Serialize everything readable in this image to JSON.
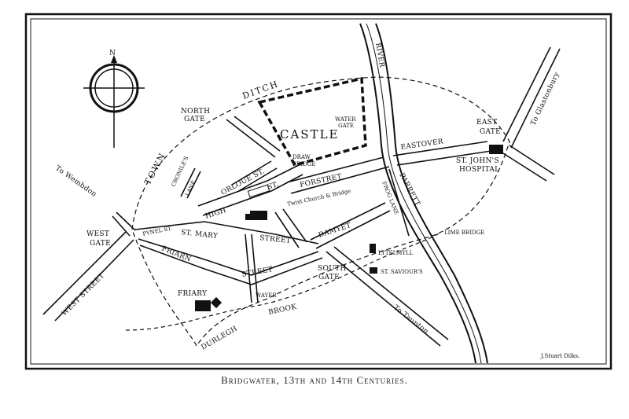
{
  "caption": "Bridgwater, 13th and 14th Centuries.",
  "signature": "J.Stuart Dilks.",
  "labels": {
    "compass_n": "N",
    "north_gate": [
      "NORTH",
      "GATE"
    ],
    "town": "TOWN",
    "ditch": "DITCH",
    "castle": "CASTLE",
    "water_gate": [
      "WATER",
      "GATE"
    ],
    "draw_bridge": [
      "DRAW",
      "BRIDGE"
    ],
    "river": "RIVER",
    "parrett": "PARRETT",
    "eastover": "EASTOVER",
    "east_gate": [
      "EAST",
      "GATE"
    ],
    "st_johns_hospital": [
      "ST. JOHN'S",
      "HOSPITAL"
    ],
    "to_glastonbury": "To Glastonbury",
    "to_wembdon": "To Wembdon",
    "cronnes_lane": [
      "CRONILE'S",
      "LANE"
    ],
    "orloue_st": "ORLOUE ST.",
    "high_st_high": "HIGH",
    "high_st_st": "ST.",
    "forstret": "FORSTRET",
    "twixt": "Twixt Church & Bridge",
    "frog_lane": "FROG LANE",
    "pynel_st": "PYNEL ST.",
    "west_gate": [
      "WEST",
      "GATE"
    ],
    "st_mary_street": [
      "ST. MARY",
      "STREET"
    ],
    "damyet": "DAMYET",
    "lime_bridge": "LIME BRIDGE",
    "lytelmyll": "LYTELMYLL",
    "friarn": "FRIARN",
    "street_friarn": "STREET",
    "south_gate": [
      "SOUTH",
      "GATE"
    ],
    "st_saviours": "ST. SAVIOUR'S",
    "friary": "FRIARY",
    "wayer": "WAYER",
    "brook": "BROOK",
    "durlegh": "DURLEGH",
    "west_street": "WEST STREET",
    "to_taunton": "To Taunton"
  }
}
